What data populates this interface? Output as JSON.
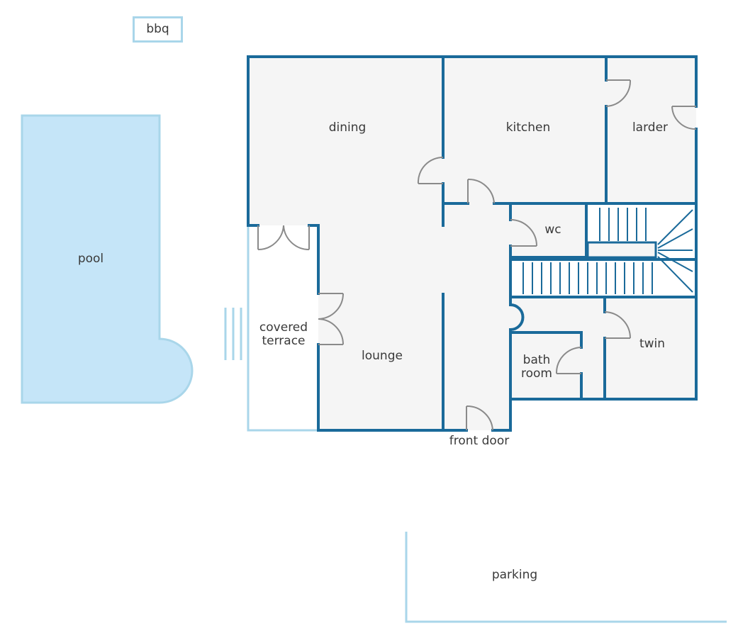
{
  "colors": {
    "wall": "#1a6a9a",
    "floor": "#f5f5f5",
    "pool_fill": "#c5e5f8",
    "pool_edge": "#a9d6ea",
    "outline_light": "#a9d6ea",
    "door": "#8a8a8a",
    "text": "#3a3a3a",
    "background": "#ffffff"
  },
  "labels": {
    "bbq": "bbq",
    "pool": "pool",
    "dining": "dining",
    "kitchen": "kitchen",
    "larder": "larder",
    "wc": "wc",
    "covered_line1": "covered",
    "covered_line2": "terrace",
    "lounge": "lounge",
    "bath_line1": "bath",
    "bath_line2": "room",
    "twin": "twin",
    "front_door": "front door",
    "parking": "parking"
  }
}
